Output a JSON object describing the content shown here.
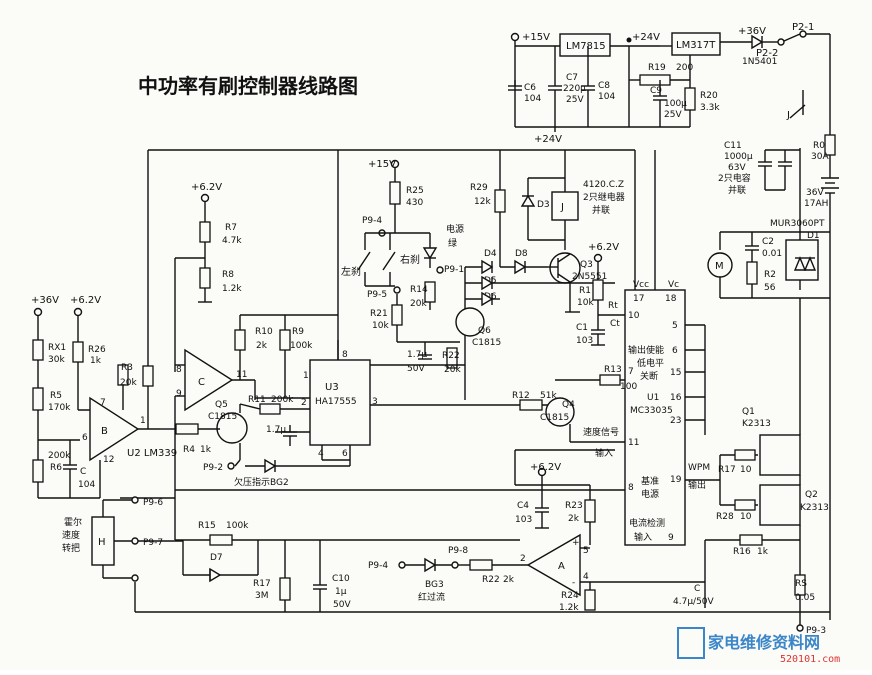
{
  "title": "中功率有刷控制器线路图",
  "watermark": {
    "text": "家电维修资料网",
    "url": "520101.com"
  },
  "supply": {
    "v15": "+15V",
    "v24": "+24V",
    "v36": "+36V",
    "v6": "+6.2V",
    "lm7815": "LM7815",
    "lm317": "LM317T",
    "diode_1n5401": "1N5401",
    "p2_1": "P2-1",
    "p2_2": "P2-2",
    "j": "J"
  },
  "caps_top": {
    "c6": [
      "C6",
      "104"
    ],
    "c7": [
      "C7",
      "220μ",
      "25V"
    ],
    "c8": [
      "C8",
      "104"
    ],
    "c9": [
      "C9",
      "100μ",
      "25V"
    ],
    "r19": [
      "R19",
      "200"
    ],
    "r20": [
      "R20",
      "3.3k"
    ]
  },
  "battery": {
    "c11": [
      "C11",
      "1000μ",
      "63V"
    ],
    "c11_note": "2只电容",
    "c11_note2": "并联",
    "r0": [
      "R0",
      "30A"
    ],
    "bat": [
      "36V",
      "17AH"
    ],
    "mur": "MUR3060PT",
    "c2": [
      "C2",
      "0.01"
    ],
    "r2": [
      "R2",
      "56"
    ],
    "d1": "D1",
    "motor": "M"
  },
  "relay": {
    "name": "4120.C.Z",
    "note1": "2只继电器",
    "note2": "并联",
    "d3": "D3",
    "j": "J",
    "r29": [
      "R29",
      "12k"
    ],
    "d8": "D8",
    "q3": [
      "Q3",
      "2N5551"
    ],
    "d4": "D4",
    "d5": "D5",
    "d6": "D6",
    "q6": [
      "Q6",
      "C1815"
    ]
  },
  "brake": {
    "p9_4": "P9-4",
    "p9_5": "P9-5",
    "p9_1": "P9-1",
    "left": "左刹",
    "right": "右刹",
    "power_led": "电源",
    "power_led2": "绿",
    "r25": [
      "R25",
      "430"
    ],
    "r21": [
      "R21",
      "10k"
    ],
    "r14": [
      "R14",
      "20k"
    ],
    "r22": [
      "R22",
      "20k"
    ],
    "c1u": [
      "1.7μ",
      "50V"
    ]
  },
  "u2": {
    "r26": [
      "R26",
      "1k"
    ],
    "rx1": [
      "RX1",
      "30k"
    ],
    "r5": [
      "R5",
      "170k"
    ],
    "r3": [
      "R3",
      "20k"
    ],
    "r6": [
      "200k",
      "R6"
    ],
    "c104": [
      "C",
      "104"
    ],
    "name": "U2  LM339",
    "r7": [
      "R7",
      "4.7k"
    ],
    "r8": [
      "R8",
      "1.2k"
    ],
    "r10": [
      "R10",
      "2k"
    ],
    "r9": [
      "R9",
      "100k"
    ],
    "r11": [
      "R11",
      "200k"
    ],
    "q5": [
      "Q5",
      "C1815"
    ],
    "r4": [
      "R4",
      "1k"
    ],
    "c17": "1.7μ",
    "p9_2": "P9-2",
    "bg2": "欠压指示BG2",
    "b": "B",
    "c": "C",
    "a": "A"
  },
  "u3": {
    "name": [
      "U3",
      "HA17555"
    ]
  },
  "u1": {
    "name": [
      "U1",
      "MC33035"
    ],
    "vcc": "Vcc",
    "vc": "Vc",
    "p17": "17",
    "p18": "18",
    "label_out": "输出使能",
    "label_low": "低电平",
    "label_off": "关断",
    "label_speed": "速度信号",
    "label_in": "输入",
    "label_ref": "基准",
    "label_ref2": "电源",
    "label_cur": "电流检测",
    "label_cur2": "输入",
    "wpm": "WPM",
    "out": "输出",
    "r1": [
      "R1",
      "10k"
    ],
    "rt": [
      "Rt",
      "Ct"
    ],
    "c1": [
      "C1",
      "103"
    ],
    "r13": [
      "R13",
      "100"
    ],
    "r12": [
      "R12",
      "51k"
    ],
    "q4": [
      "Q4",
      "C1815"
    ]
  },
  "hall": {
    "p9_6": "P9-6",
    "p9_7": "P9-7",
    "h": "H",
    "label": [
      "霍尔",
      "速度",
      "转把"
    ],
    "r15": [
      "R15",
      "100k"
    ],
    "d7": "D7",
    "r17": [
      "R17",
      "3M"
    ],
    "c10": [
      "C10",
      "1μ",
      "50V"
    ]
  },
  "overcurrent": {
    "p9_4": "P9-4",
    "p9_8": "P9-8",
    "bg3": [
      "BG3",
      "红过流"
    ],
    "r22": [
      "R22",
      "2k"
    ],
    "c4": [
      "C4",
      "103"
    ],
    "r23": [
      "R23",
      "2k"
    ],
    "r24": [
      "R24",
      "1.2k"
    ],
    "p9_3": "P9-3"
  },
  "mosfet": {
    "q1": [
      "Q1",
      "K2313"
    ],
    "q2": [
      "Q2",
      "K2313"
    ],
    "r17": [
      "R17",
      "10"
    ],
    "r28": [
      "R28",
      "10"
    ],
    "r16": [
      "R16",
      "1k"
    ],
    "c": [
      "C",
      "4.7μ/50V"
    ],
    "rs": [
      "RS",
      "0.05"
    ]
  }
}
